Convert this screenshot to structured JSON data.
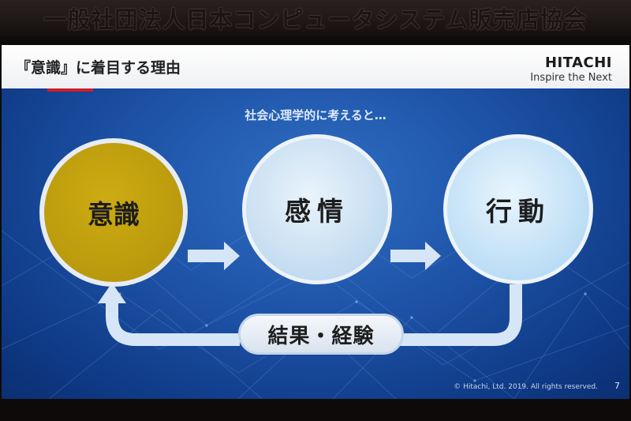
{
  "banner": {
    "text": "一般社団法人日本コンピュータシステム販売店協会"
  },
  "slide": {
    "title": "『意識』に着目する理由",
    "brand": {
      "name": "HITACHI",
      "tagline": "Inspire the Next"
    },
    "subtitle": "社会心理学的に考えると…",
    "stages": [
      "意識",
      "感情",
      "行動"
    ],
    "feedback": "結果・経験",
    "copyright": "© Hitachi, Ltd. 2019. All rights reserved.",
    "page_number": "7"
  },
  "colors": {
    "slide_background": "#1d52a6",
    "header_accent": "#c8202a",
    "first_circle": "#c2a10f",
    "other_circles": "#c9e2f4",
    "arrows": "#d7e6f6"
  }
}
